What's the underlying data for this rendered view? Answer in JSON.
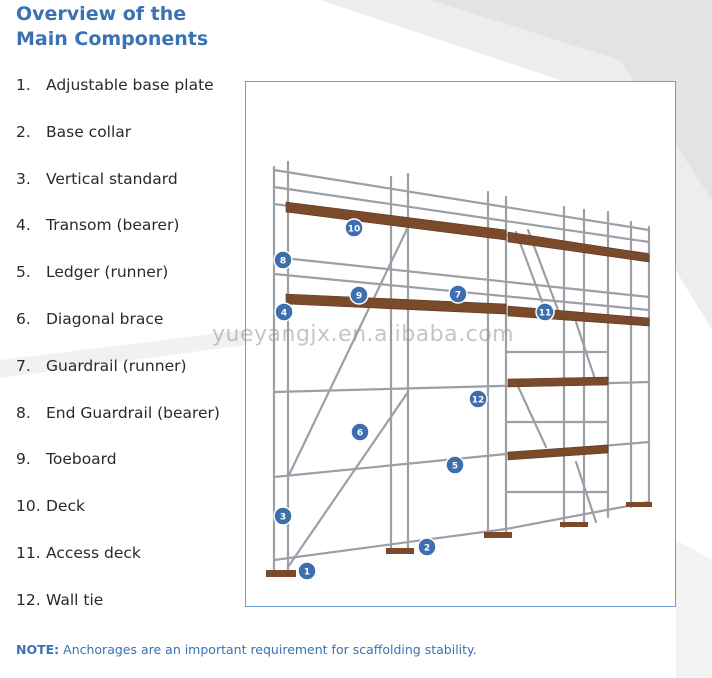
{
  "title_lines": [
    "Overview of the",
    "Main Components"
  ],
  "components": [
    {
      "num": "1.",
      "label": "Adjustable base plate"
    },
    {
      "num": "2.",
      "label": "Base collar"
    },
    {
      "num": "3.",
      "label": "Vertical standard"
    },
    {
      "num": "4.",
      "label": "Transom (bearer)"
    },
    {
      "num": "5.",
      "label": "Ledger (runner)"
    },
    {
      "num": "6.",
      "label": "Diagonal brace"
    },
    {
      "num": "7.",
      "label": "Guardrail (runner)"
    },
    {
      "num": "8.",
      "label": "End Guardrail (bearer)"
    },
    {
      "num": "9.",
      "label": "Toeboard"
    },
    {
      "num": "10.",
      "label": "Deck"
    },
    {
      "num": "11.",
      "label": "Access deck"
    },
    {
      "num": "12.",
      "label": "Wall tie"
    }
  ],
  "markers": [
    "1",
    "2",
    "3",
    "4",
    "5",
    "6",
    "7",
    "8",
    "9",
    "10",
    "11",
    "12"
  ],
  "note": {
    "label": "NOTE:",
    "text": "Anchorages are an important requirement for scaffolding stability."
  },
  "watermark": "yueyangjx.en.alibaba.com",
  "colors": {
    "accent": "#3a72b2",
    "marker": "#3d6fae",
    "deck": "#7a4a2a",
    "steel": "#9aa0a6"
  }
}
